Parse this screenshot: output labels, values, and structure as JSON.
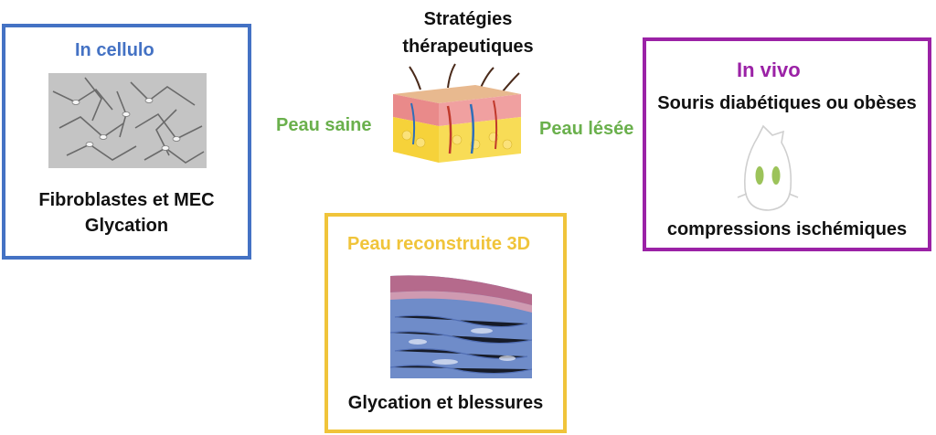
{
  "center": {
    "title_line1": "Stratégies",
    "title_line2": "thérapeutiques",
    "left_label": "Peau saine",
    "right_label": "Peau lésée"
  },
  "in_cellulo": {
    "title": "In cellulo",
    "line1": "Fibroblastes et MEC",
    "line2": "Glycation"
  },
  "in_vivo": {
    "title": "In vivo",
    "subtitle": "Souris diabétiques ou obèses",
    "bottom": "compressions ischémiques"
  },
  "reconstructed": {
    "title": "Peau reconstruite 3D",
    "bottom": "Glycation et blessures"
  },
  "colors": {
    "blue": "#4472c4",
    "purple": "#9b22a6",
    "gold": "#f0c43a",
    "green": "#6ab04c",
    "text": "#111111"
  },
  "icons": [
    "cell-culture-image",
    "skin-section-icon",
    "mouse-icon",
    "histology-image"
  ]
}
